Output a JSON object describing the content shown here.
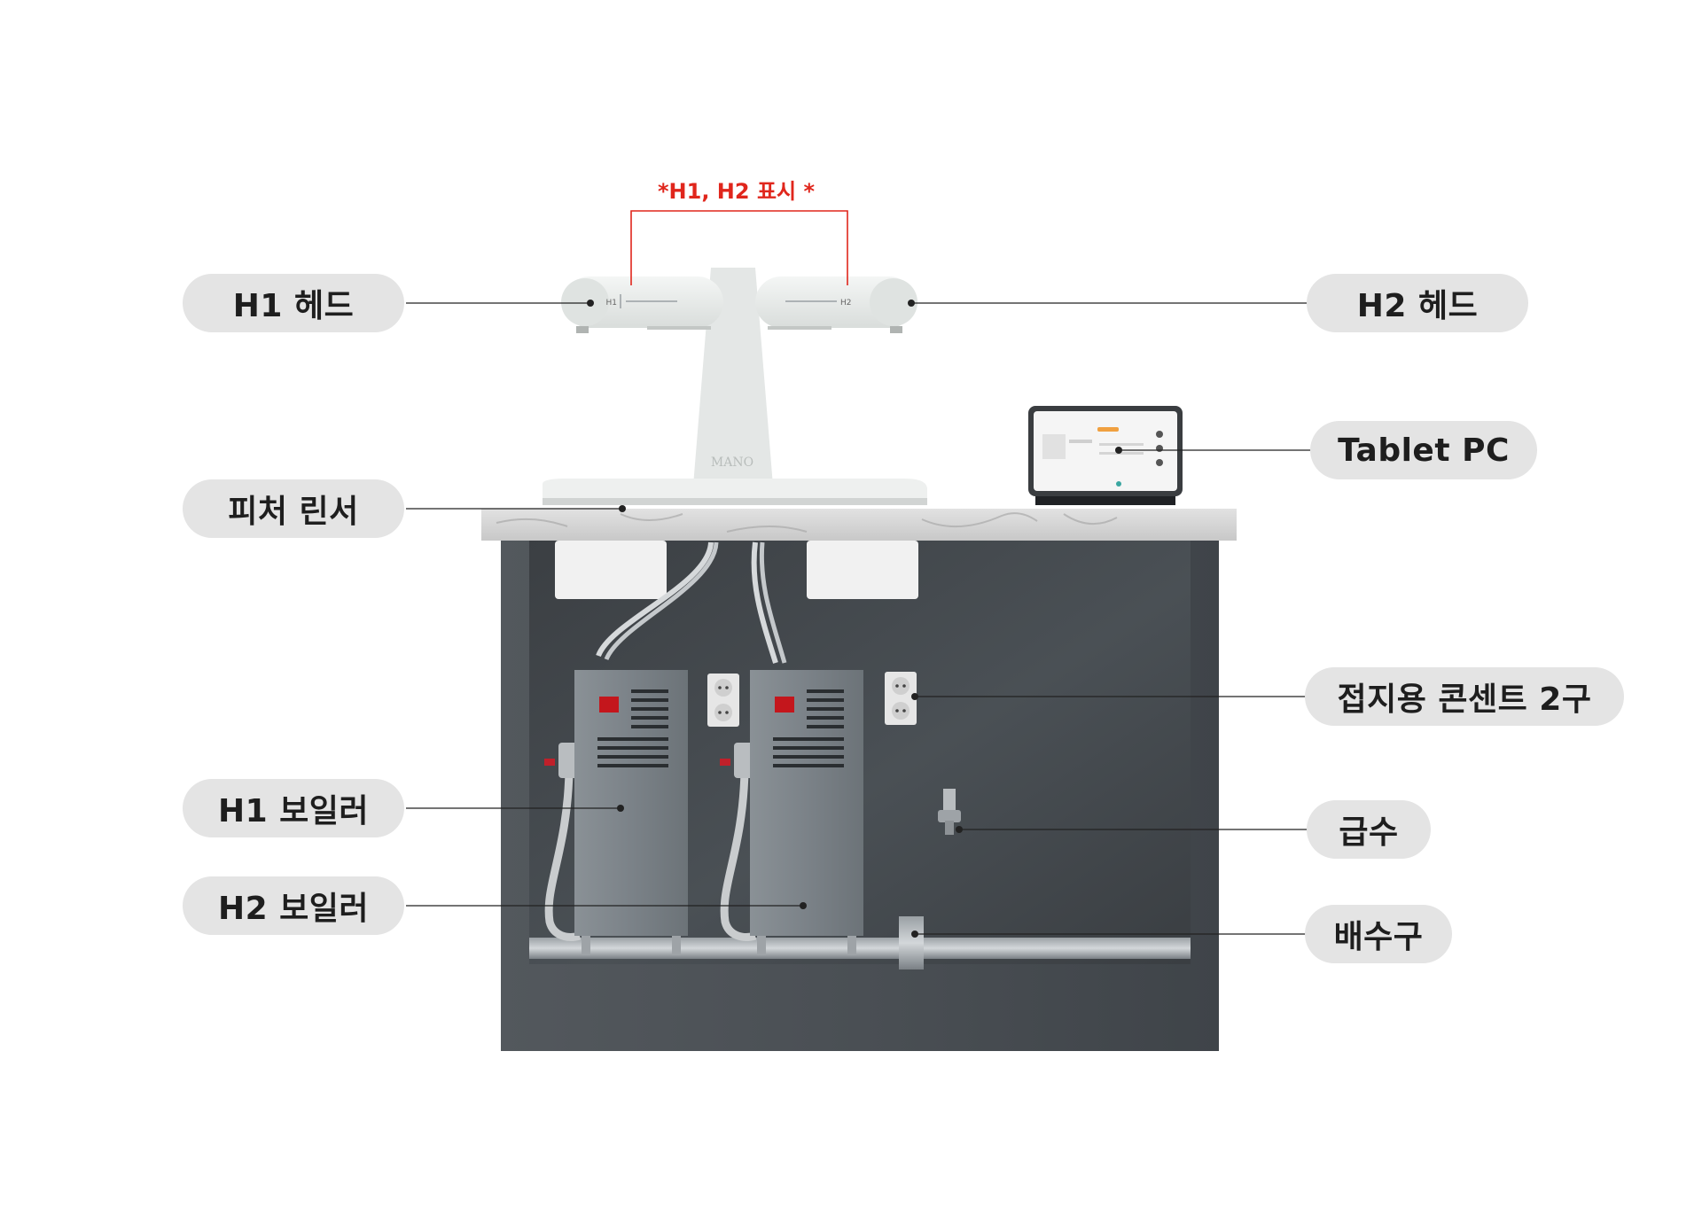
{
  "note": "*H1, H2 표시 *",
  "head_marks": {
    "left": "H1",
    "right": "H2"
  },
  "brand": "MANO",
  "labels": {
    "h1_head": "H1 헤드",
    "h2_head": "H2 헤드",
    "tablet_pc": "Tablet PC",
    "pitcher_rinser": "피처 린서",
    "outlet": "접지용 콘센트 2구",
    "h1_boiler": "H1 보일러",
    "water_supply": "급수",
    "h2_boiler": "H2 보일러",
    "drain": "배수구"
  },
  "colors": {
    "cabinet": "#484d52",
    "cabinet_inner": "#3f4347",
    "boiler": "#7b8288",
    "countertop": "#d9d9d9",
    "machine": "#e8ebea",
    "pill_bg": "#e4e4e4",
    "note_red": "#e0261c",
    "leader": "#222222"
  }
}
